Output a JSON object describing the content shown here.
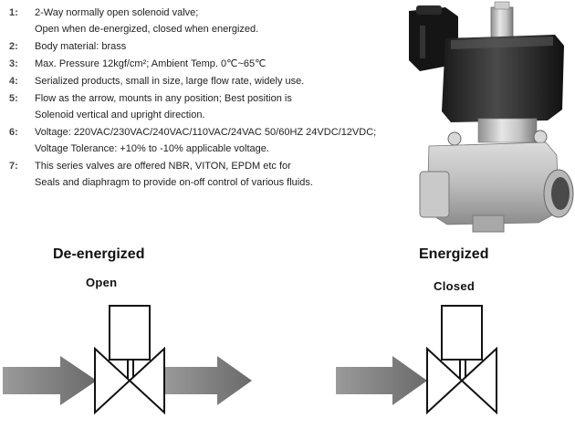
{
  "specs": [
    {
      "num": "1:",
      "lines": [
        "2-Way normally open solenoid valve;",
        "Open when de-energized, closed when energized."
      ]
    },
    {
      "num": "2:",
      "lines": [
        "Body material: brass"
      ]
    },
    {
      "num": "3:",
      "lines": [
        "Max. Pressure  12kgf/cm²;  Ambient Temp.  0℃~65℃"
      ]
    },
    {
      "num": "4:",
      "lines": [
        "Serialized products, small in size, large flow rate, widely use."
      ]
    },
    {
      "num": "5:",
      "lines": [
        "Flow as the arrow, mounts in any position; Best position is",
        "Solenoid vertical and upright direction."
      ]
    },
    {
      "num": "6:",
      "lines": [
        "Voltage: 220VAC/230VAC/240VAC/110VAC/24VAC 50/60HZ 24VDC/12VDC;",
        "Voltage Tolerance: +10% to -10% applicable voltage."
      ]
    },
    {
      "num": "7:",
      "lines": [
        "This series valves are offered NBR, VITON, EPDM etc for",
        "Seals and diaphragm to provide on-off control of various fluids."
      ]
    }
  ],
  "left_state": {
    "title": "De-energized",
    "status": "Open"
  },
  "right_state": {
    "title": "Energized",
    "status": "Closed"
  }
}
